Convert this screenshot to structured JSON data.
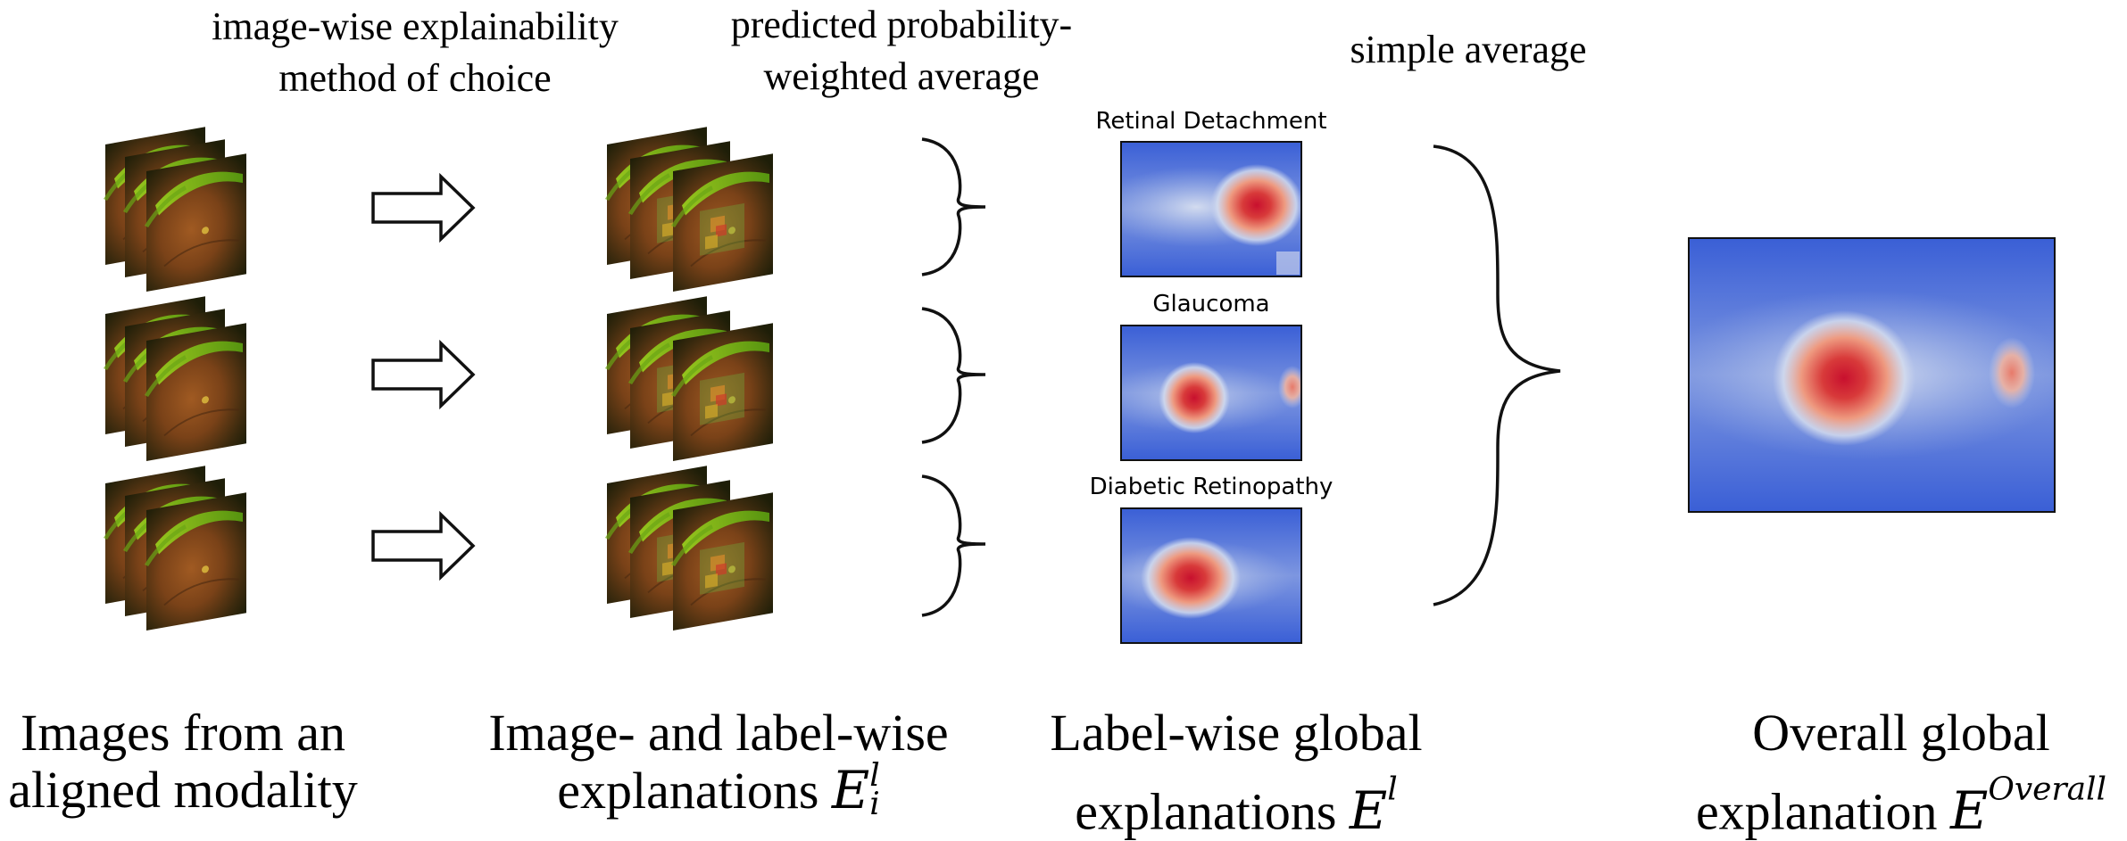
{
  "annotations": {
    "step1": [
      "image-wise explainability",
      "method of choice"
    ],
    "step2": [
      "predicted probability-",
      "weighted average"
    ],
    "step3": "simple average"
  },
  "heatmap_titles": [
    "Retinal Detachment",
    "Glaucoma",
    "Diabetic Retinopathy"
  ],
  "captions": {
    "images": [
      "Images from an",
      "aligned modality"
    ],
    "image_label": [
      "Image- and label-wise",
      "explanations"
    ],
    "image_label_symbol": {
      "base": "E",
      "sub": "i",
      "sup": "l"
    },
    "label_global": [
      "Label-wise global",
      "explanations"
    ],
    "label_global_symbol": {
      "base": "E",
      "sup": "l"
    },
    "overall": [
      "Overall global",
      "explanation"
    ],
    "overall_symbol": {
      "base": "E",
      "sup": "Overall"
    }
  },
  "colors": {
    "heat_background": "#3a63d8",
    "heat_mid": "#c9d2ec",
    "heat_hot": "#c8102e",
    "fundus_dark": "#2a2a0e",
    "fundus_green": "#7dbb16",
    "fundus_orange": "#8a4a18",
    "frame": "#1a1a1a"
  },
  "icons": {
    "arrow": "hollow-right-arrow-icon",
    "brace": "right-curly-brace-icon"
  }
}
